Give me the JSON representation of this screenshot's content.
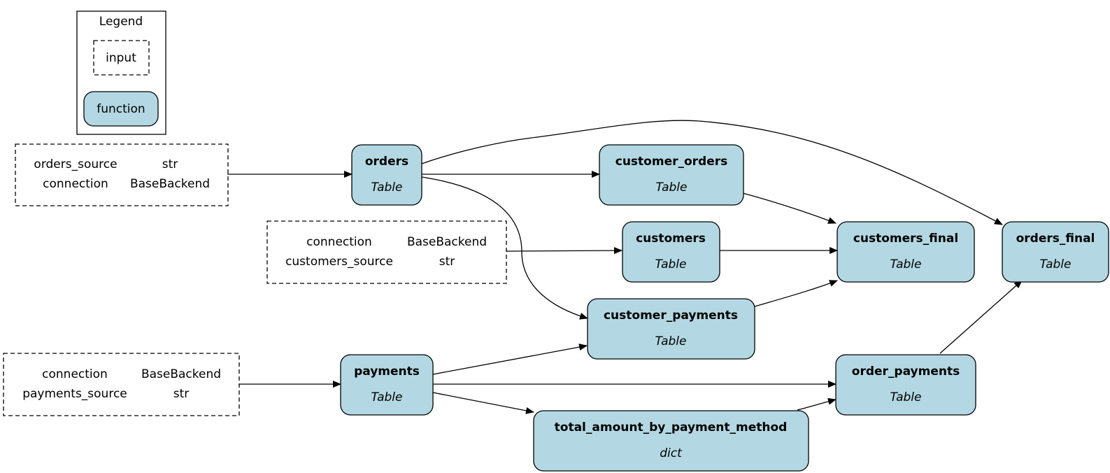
{
  "legend": {
    "title": "Legend",
    "input_label": "input",
    "function_label": "function"
  },
  "inputs": {
    "orders_input": [
      {
        "name": "orders_source",
        "type": "str"
      },
      {
        "name": "connection",
        "type": "BaseBackend"
      }
    ],
    "customers_input": [
      {
        "name": "connection",
        "type": "BaseBackend"
      },
      {
        "name": "customers_source",
        "type": "str"
      }
    ],
    "payments_input": [
      {
        "name": "connection",
        "type": "BaseBackend"
      },
      {
        "name": "payments_source",
        "type": "str"
      }
    ]
  },
  "nodes": {
    "orders": {
      "title": "orders",
      "type": "Table"
    },
    "customer_orders": {
      "title": "customer_orders",
      "type": "Table"
    },
    "customers": {
      "title": "customers",
      "type": "Table"
    },
    "customers_final": {
      "title": "customers_final",
      "type": "Table"
    },
    "orders_final": {
      "title": "orders_final",
      "type": "Table"
    },
    "customer_payments": {
      "title": "customer_payments",
      "type": "Table"
    },
    "payments": {
      "title": "payments",
      "type": "Table"
    },
    "order_payments": {
      "title": "order_payments",
      "type": "Table"
    },
    "total_amount_by_payment_method": {
      "title": "total_amount_by_payment_method",
      "type": "dict"
    }
  },
  "colors": {
    "function_fill": "#b3d8e3",
    "stroke": "#000000",
    "background": "#ffffff"
  }
}
